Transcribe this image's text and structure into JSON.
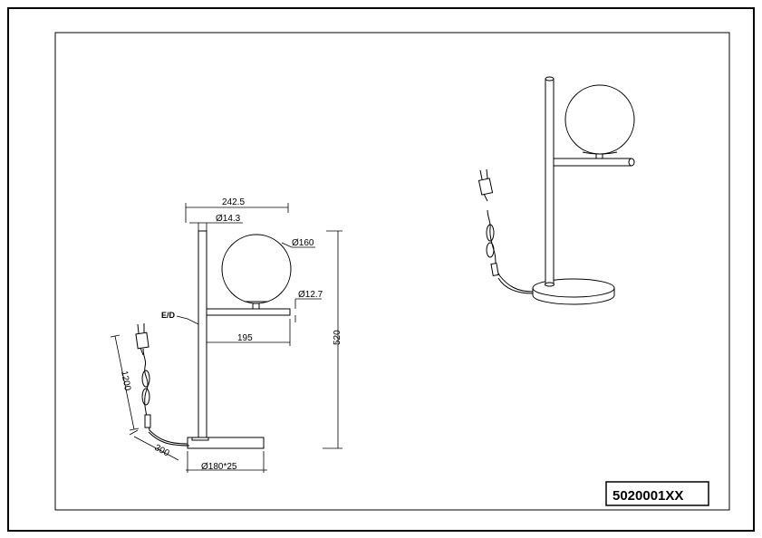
{
  "drawing": {
    "product_code": "5020001XX",
    "dimensions": {
      "total_width": "242.5",
      "rod_diameter": "Ø14.3",
      "globe_diameter": "Ø160",
      "arm_diameter": "Ø12.7",
      "arm_length": "195",
      "total_height": "520",
      "cable_length": "1200",
      "switch_distance": "300",
      "base_size": "Ø180*25",
      "switch_label": "E/D"
    }
  }
}
